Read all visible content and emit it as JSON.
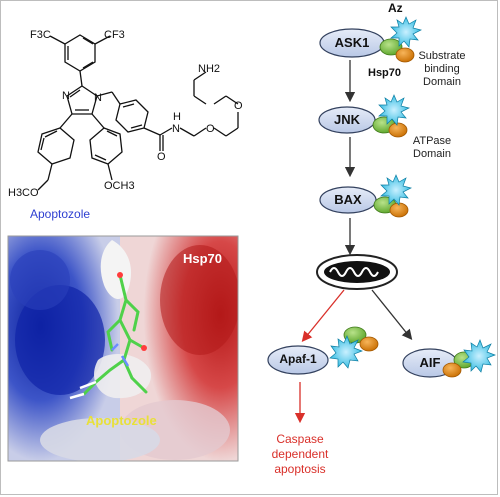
{
  "structure": {
    "substituent_left": "F3C",
    "substituent_right": "CF3",
    "amine": "NH2",
    "ring_n_upper": "N",
    "ring_n_lower": "N",
    "amide_n": "N",
    "amide_h": "H",
    "carbonyl_o": "O",
    "ether_o1": "O",
    "ether_o2": "O",
    "methoxy_left": "H3CO",
    "methoxy_right": "OCH3",
    "compound_name": "Apoptozole"
  },
  "docking": {
    "protein_label": "Hsp70",
    "ligand_label": "Apoptozole"
  },
  "pathway": {
    "compound_short": "Az",
    "chaperone_label": "Hsp70",
    "domain_substrate": [
      "Substrate",
      "binding",
      "Domain"
    ],
    "domain_atpase": [
      "ATPase",
      "Domain"
    ],
    "nodes": {
      "ask1": "ASK1",
      "jnk": "JNK",
      "bax": "BAX",
      "apaf1": "Apaf-1",
      "aif": "AIF"
    },
    "outcome": [
      "Caspase",
      "dependent",
      "apoptosis"
    ],
    "colors": {
      "node_fill": "#c9d6ee",
      "node_stroke": "#33415e",
      "sbd_green": "#7bc043",
      "atpase_orange": "#e8860b",
      "star_cyan": "#1fb4dd",
      "arrow_red": "#d9302a",
      "arrow_dark": "#333333",
      "compound_blue": "#2e3fd1",
      "ligand_yellow": "#e8e03a"
    }
  }
}
